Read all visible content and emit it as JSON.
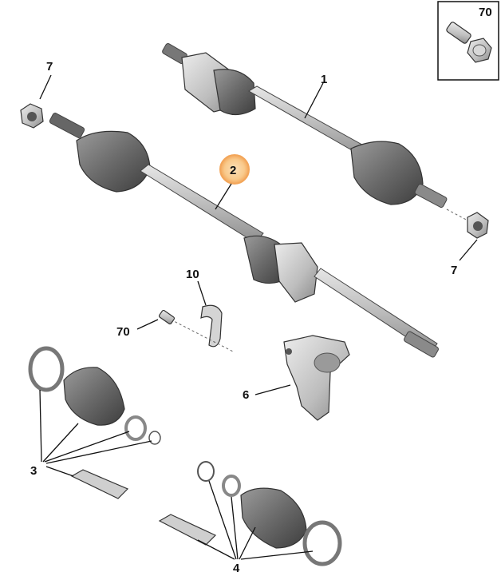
{
  "diagram": {
    "callouts": {
      "part_1": "1",
      "part_2": "2",
      "part_3": "3",
      "part_4": "4",
      "part_6": "6",
      "part_7_top": "7",
      "part_7_right": "7",
      "part_10": "10",
      "part_70_left": "70",
      "part_70_inset": "70"
    },
    "colors": {
      "highlight_fill": "#f9c98a",
      "highlight_ring": "#f3a65a",
      "boot": "#6d6d6d",
      "shaft": "#b9b9b9",
      "metal": "#c9c9c9"
    },
    "highlighted_part": "2"
  }
}
